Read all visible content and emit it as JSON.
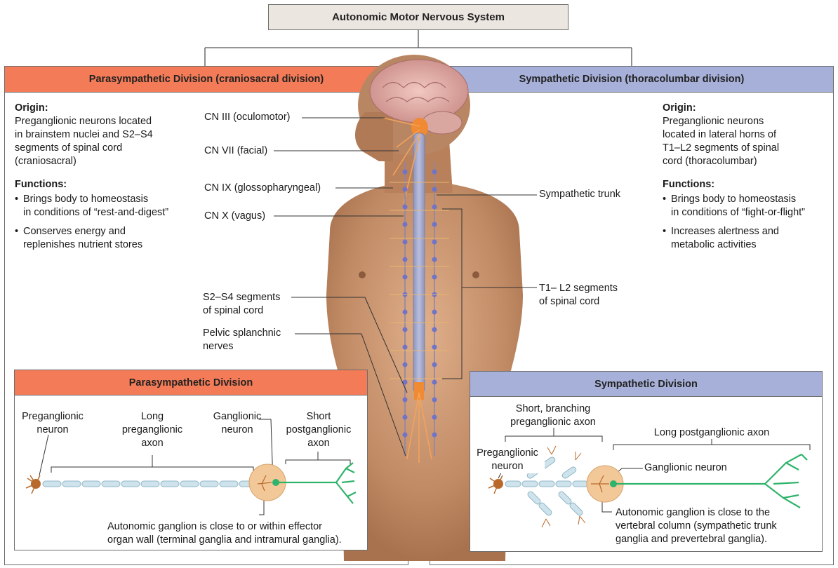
{
  "title": "Autonomic Motor Nervous System",
  "parasympathetic": {
    "header": "Parasympathetic Division (craniosacral division)",
    "origin_heading": "Origin:",
    "origin_text": "Preganglionic neurons located\nin brainstem nuclei and S2–S4\nsegments of spinal cord\n(craniosacral)",
    "functions_heading": "Functions:",
    "functions": [
      "Brings body to homeostasis\nin conditions of “rest-and-digest”",
      "Conserves energy and\nreplenishes nutrient stores"
    ]
  },
  "sympathetic": {
    "header": "Sympathetic Division (thoracolumbar division)",
    "origin_heading": "Origin:",
    "origin_text": "Preganglionic neurons\nlocated in lateral horns of\nT1–L2 segments of spinal\ncord (thoracolumbar)",
    "functions_heading": "Functions:",
    "functions": [
      "Brings body to homeostasis\nin conditions of “fight-or-flight”",
      "Increases alertness and\nmetabolic activities"
    ]
  },
  "anatomy_labels": {
    "cn3": "CN III (oculomotor)",
    "cn7": "CN VII (facial)",
    "cn9": "CN IX (glossopharyngeal)",
    "cn10": "CN X (vagus)",
    "s2s4": "S2–S4 segments\nof spinal cord",
    "pelvic": "Pelvic splanchnic\nnerves",
    "trunk": "Sympathetic trunk",
    "t1l2": "T1– L2 segments\nof spinal cord"
  },
  "para_box": {
    "header": "Parasympathetic Division",
    "preganglionic_neuron": "Preganglionic\nneuron",
    "long_axon": "Long\npreganglionic\naxon",
    "ganglionic_neuron": "Ganglionic\nneuron",
    "short_axon": "Short\npostganglionic\naxon",
    "ganglion_note": "Autonomic ganglion is close to or within effector\norgan wall (terminal ganglia and intramural ganglia)."
  },
  "symp_box": {
    "header": "Sympathetic Division",
    "short_axon": "Short, branching\npreganglionic axon",
    "long_axon": "Long postganglionic axon",
    "preganglionic_neuron": "Preganglionic\nneuron",
    "ganglionic_neuron": "Ganglionic neuron",
    "ganglion_note": "Autonomic ganglion is close to the\nvertebral column (sympathetic trunk\nganglia and prevertebral ganglia)."
  },
  "colors": {
    "parasympathetic": "#f47b57",
    "sympathetic": "#a7b0d9",
    "title_bg": "#ece6e0",
    "postganglionic": "#2fb36a",
    "preganglionic_axon": "#cfe3ec"
  }
}
